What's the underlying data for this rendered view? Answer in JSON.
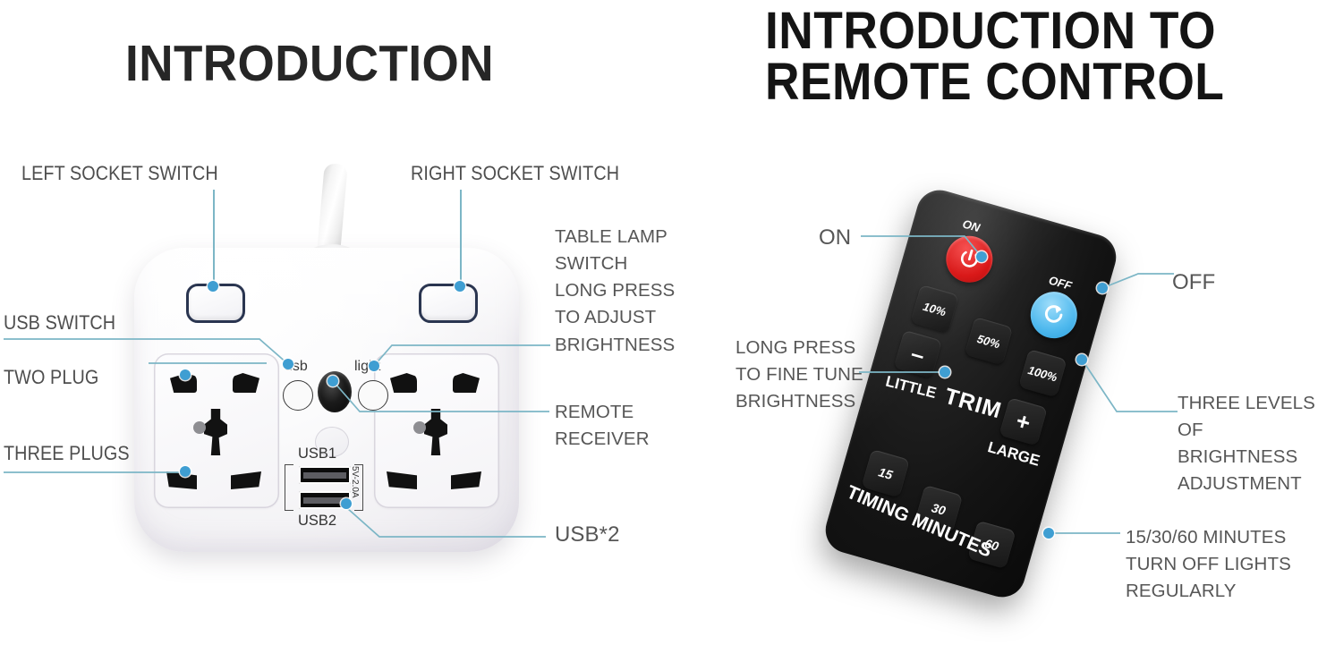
{
  "titles": {
    "left": "INTRODUCTION",
    "right_line1": "INTRODUCTION TO",
    "right_line2": "REMOTE CONTROL"
  },
  "colors": {
    "leader_line": "#7cb6c6",
    "leader_dot": "#3f9ed2",
    "title_text": "#1f1f1f",
    "callout_text": "#565656",
    "remote_body": "#131313",
    "power_on_red": "#d81212",
    "power_off_blue": "#4fb9ee",
    "strip_white": "#f6f5f8"
  },
  "strip_callouts": {
    "left_socket_switch": "LEFT SOCKET SWITCH",
    "right_socket_switch": "RIGHT SOCKET SWITCH",
    "table_lamp": "TABLE LAMP\nSWITCH\nLONG PRESS\nTO ADJUST\nBRIGHTNESS",
    "usb_switch": "USB SWITCH",
    "two_plug": "TWO PLUG",
    "three_plugs": "THREE PLUGS",
    "remote_receiver": "REMOTE\nRECEIVER",
    "usb_times_two": "USB*2"
  },
  "strip_markings": {
    "usb_indicator": "usb",
    "light_indicator": "light",
    "usb1": "USB1",
    "usb2": "USB2",
    "usb_rating": "5V-2.0A"
  },
  "remote_callouts": {
    "on": "ON",
    "off": "OFF",
    "long_press": "LONG PRESS\nTO FINE TUNE\nBRIGHTNESS",
    "three_levels": "THREE LEVELS\nOF BRIGHTNESS\nADJUSTMENT",
    "timing": "15/30/60 MINUTES\nTURN OFF LIGHTS\nREGULARLY"
  },
  "remote_buttons": {
    "on_label": "ON",
    "off_label": "OFF",
    "pct10": "10%",
    "pct50": "50%",
    "pct100": "100%",
    "minus": "–",
    "plus": "+",
    "little": "LITTLE",
    "trim": "TRIM",
    "large": "LARGE",
    "t15": "15",
    "t30": "30",
    "t60": "60",
    "timing_minutes": "TIMING MINUTES"
  }
}
